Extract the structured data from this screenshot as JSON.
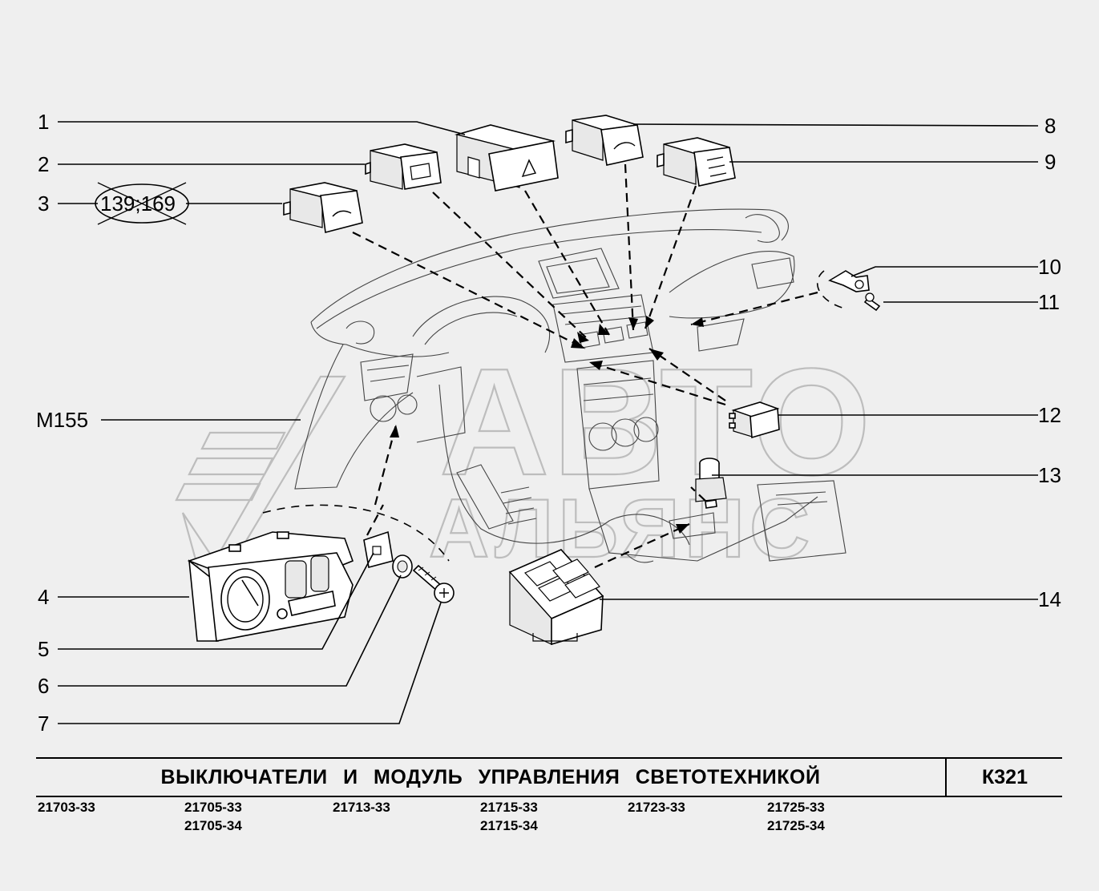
{
  "callouts": {
    "c1": "1",
    "c2": "2",
    "c3": "3",
    "c4": "4",
    "c5": "5",
    "c6": "6",
    "c7": "7",
    "c8": "8",
    "c9": "9",
    "c10": "10",
    "c11": "11",
    "c12": "12",
    "c13": "13",
    "c14": "14",
    "m155": "М155",
    "excluded_models": "139;169"
  },
  "title_block": {
    "title": "ВЫКЛЮЧАТЕЛИ И МОДУЛЬ УПРАВЛЕНИЯ СВЕТОТЕХНИКОЙ",
    "sheet_code": "К321"
  },
  "models": {
    "col1": [
      "21703-33"
    ],
    "col2": [
      "21705-33",
      "21705-34"
    ],
    "col3": [
      "21713-33"
    ],
    "col4": [
      "21715-33",
      "21715-34"
    ],
    "col5": [
      "21723-33"
    ],
    "col6": [
      "21725-33",
      "21725-34"
    ]
  },
  "watermark": {
    "line1": "АВТО",
    "line2": "АЛЬЯНС"
  },
  "colors": {
    "background": "#efefef",
    "ink": "#000000",
    "watermark": "#bdbdbd"
  }
}
